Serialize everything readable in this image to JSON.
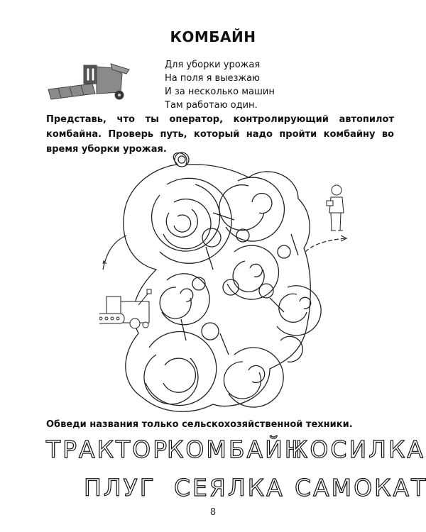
{
  "page": {
    "title": "КОМБАЙН",
    "poem": [
      "Для уборки урожая",
      "На поля я выезжаю",
      "И за несколько машин",
      "Там работаю один."
    ],
    "task_maze": "Представь, что ты оператор, контролирующий автопилот комбайна. Проверь путь, который надо пройти комбайну во время уборки урожая.",
    "task_words": "Обведи названия только сельскохозяйственной техники.",
    "trace_words": [
      {
        "text": "ТРАКТОР"
      },
      {
        "text": "КОМБАЙН"
      },
      {
        "text": "КОСИЛКА"
      },
      {
        "text": "ПЛУГ"
      },
      {
        "text": "СЕЯЛКА"
      },
      {
        "text": "САМОКАТ"
      }
    ],
    "page_number": "8"
  },
  "illustrations": {
    "header_image": "combine-harvester-icon",
    "maze_start": "combine-harvester-icon",
    "maze_end": "farmer-with-clipboard-icon",
    "start_arrow": "arrow-icon",
    "end_arrow": "arrow-icon"
  }
}
